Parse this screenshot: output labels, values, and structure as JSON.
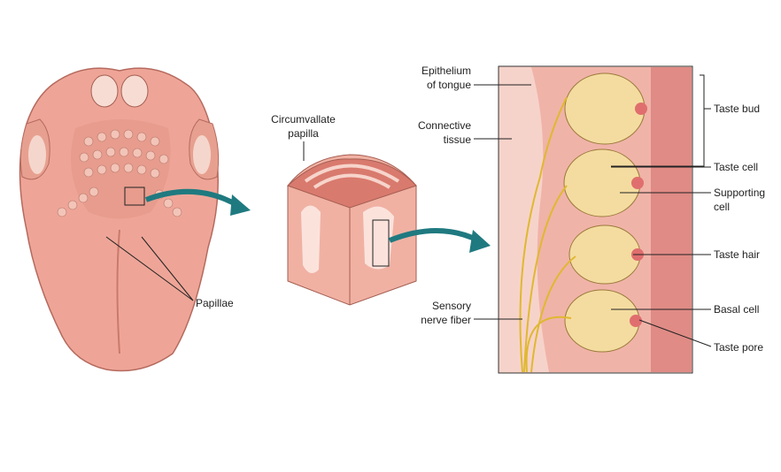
{
  "labels": {
    "epithelium": [
      "Epithelium",
      "of tongue"
    ],
    "connective": [
      "Connective",
      "tissue"
    ],
    "circumvallate": [
      "Circumvallate",
      "papilla"
    ],
    "papillae": "Papillae",
    "sensory": [
      "Sensory",
      "nerve fiber"
    ],
    "taste_bud": "Taste bud",
    "taste_cell": "Taste cell",
    "supporting": [
      "Supporting",
      "cell"
    ],
    "taste_hair": "Taste hair",
    "basal_cell": "Basal cell",
    "taste_pore": "Taste pore"
  },
  "colors": {
    "tissue": "#f2b8aa",
    "tongue": "#eea597",
    "arrow": "#1f7a80",
    "bud": "#f4dca0",
    "nerve": "#e0b830",
    "pore": "#e06e6e"
  }
}
